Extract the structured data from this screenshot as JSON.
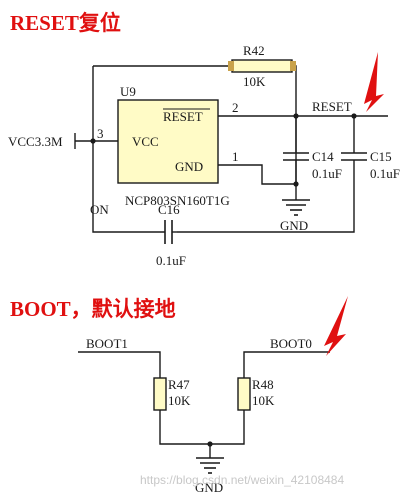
{
  "reset_section": {
    "heading": "RESET复位",
    "ic": {
      "ref": "U9",
      "pin_reset": "RESET",
      "pin_vcc": "VCC",
      "pin_gnd": "GND",
      "pin_num_reset": "2",
      "pin_num_vcc": "3",
      "pin_num_gnd": "1",
      "part": "NCP803SN160T1G"
    },
    "power_net": "VCC3.3M",
    "output_net": "RESET",
    "r42": {
      "ref": "R42",
      "value": "10K"
    },
    "c14": {
      "ref": "C14",
      "value": "0.1uF"
    },
    "c15": {
      "ref": "C15",
      "value": "0.1uF"
    },
    "c16": {
      "ref": "C16",
      "value": "0.1uF"
    },
    "on_label": "ON",
    "gnd_label": "GND"
  },
  "boot_section": {
    "heading": "BOOT，默认接地",
    "net_left": "BOOT1",
    "net_right": "BOOT0",
    "r47": {
      "ref": "R47",
      "value": "10K"
    },
    "r48": {
      "ref": "R48",
      "value": "10K"
    },
    "gnd_label": "GND"
  },
  "watermark": "https://blog.csdn.net/weixin_42108484",
  "colors": {
    "heading": "#e01010",
    "wire": "#1a1a1a",
    "ic_fill": "#fffbc6",
    "resistor_fill": "#fffbc6",
    "arrow": "#e01010"
  }
}
